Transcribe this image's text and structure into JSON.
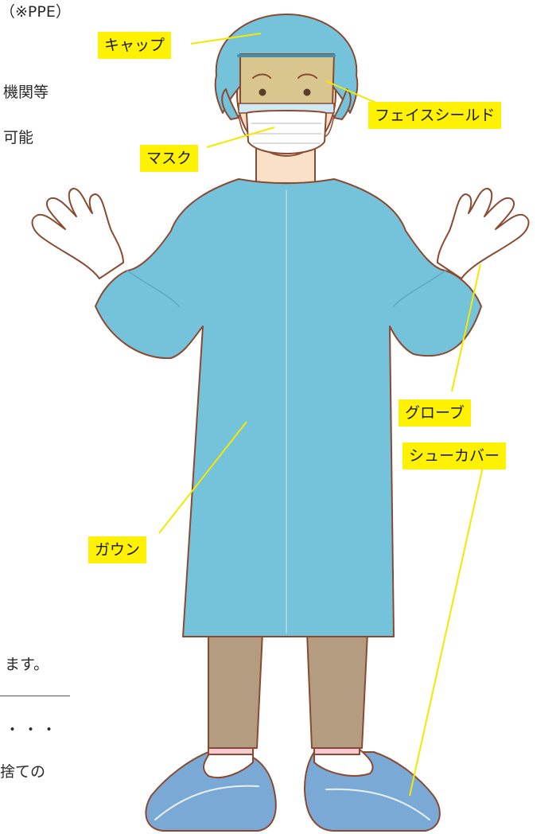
{
  "left_text": {
    "l1": "（※PPE）",
    "l2": "機関等",
    "l3": "可能",
    "l4": "ます。",
    "l5": "・・・",
    "l6": "捨ての"
  },
  "labels": {
    "cap": "キャップ",
    "face_shield": "フェイスシールド",
    "mask": "マスク",
    "gloves": "グローブ",
    "gown": "ガウン",
    "shoe_cover": "シューカバー"
  },
  "colors": {
    "gown": "#74c3da",
    "label_bg": "#fff200",
    "leader_line": "#f5e800",
    "outline": "#8a4a32",
    "skin": "#fbe0c8",
    "pants": "#b49c80",
    "shoe_cover": "#7aa9d6"
  }
}
